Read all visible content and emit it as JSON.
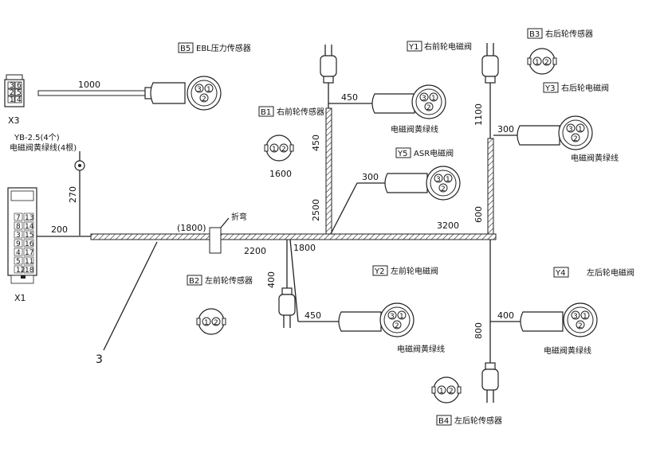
{
  "connectors": {
    "x3": {
      "label": "X3",
      "pins": [
        "3",
        "6",
        "2",
        "5",
        "1",
        "4"
      ]
    },
    "x1": {
      "label": "X1",
      "pins": [
        "7",
        "13",
        "8",
        "14",
        "3",
        "15",
        "9",
        "16",
        "4",
        "17",
        "5",
        "11",
        "12",
        "18"
      ]
    }
  },
  "fuse": {
    "line1": "YB-2.5(4个)",
    "line2": "电磁阀黄绿线(4根)"
  },
  "components": {
    "b5": {
      "tag": "B5",
      "name": "EBL压力传感器"
    },
    "b1": {
      "tag": "B1",
      "name": "右前轮传感器",
      "dim": "1600"
    },
    "b2": {
      "tag": "B2",
      "name": "左前轮传感器"
    },
    "b3": {
      "tag": "B3",
      "name": "右后轮传感器"
    },
    "b4": {
      "tag": "B4",
      "name": "左后轮传感器"
    },
    "y1": {
      "tag": "Y1",
      "name": "右前轮电磁阀",
      "wire": "电磁阀黄绿线"
    },
    "y2": {
      "tag": "Y2",
      "name": "左前轮电磁阀",
      "wire": "电磁阀黄绿线"
    },
    "y3": {
      "tag": "Y3",
      "name": "右后轮电磁阀",
      "wire": "电磁阀黄绿线"
    },
    "y4": {
      "tag": "Y4",
      "name": "左后轮电磁阀",
      "wire": "电磁阀黄绿线"
    },
    "y5": {
      "tag": "Y5",
      "name": "ASR电磁阀"
    }
  },
  "dimensions": {
    "d1000": "1000",
    "d270": "270",
    "d200": "200",
    "d1800a": "(1800)",
    "d2200": "2200",
    "d1800b": "1800",
    "d3200": "3200",
    "d450a": "450",
    "d450b": "450",
    "d2500": "2500",
    "d300a": "300",
    "d1100": "1100",
    "d300b": "300",
    "d600": "600",
    "d400a": "400",
    "d450c": "450",
    "d400b": "400",
    "d800": "800"
  },
  "annotations": {
    "fold": "折弯",
    "callout": "3"
  },
  "pin_labels": {
    "p1": "1",
    "p2": "2",
    "p3": "3"
  }
}
